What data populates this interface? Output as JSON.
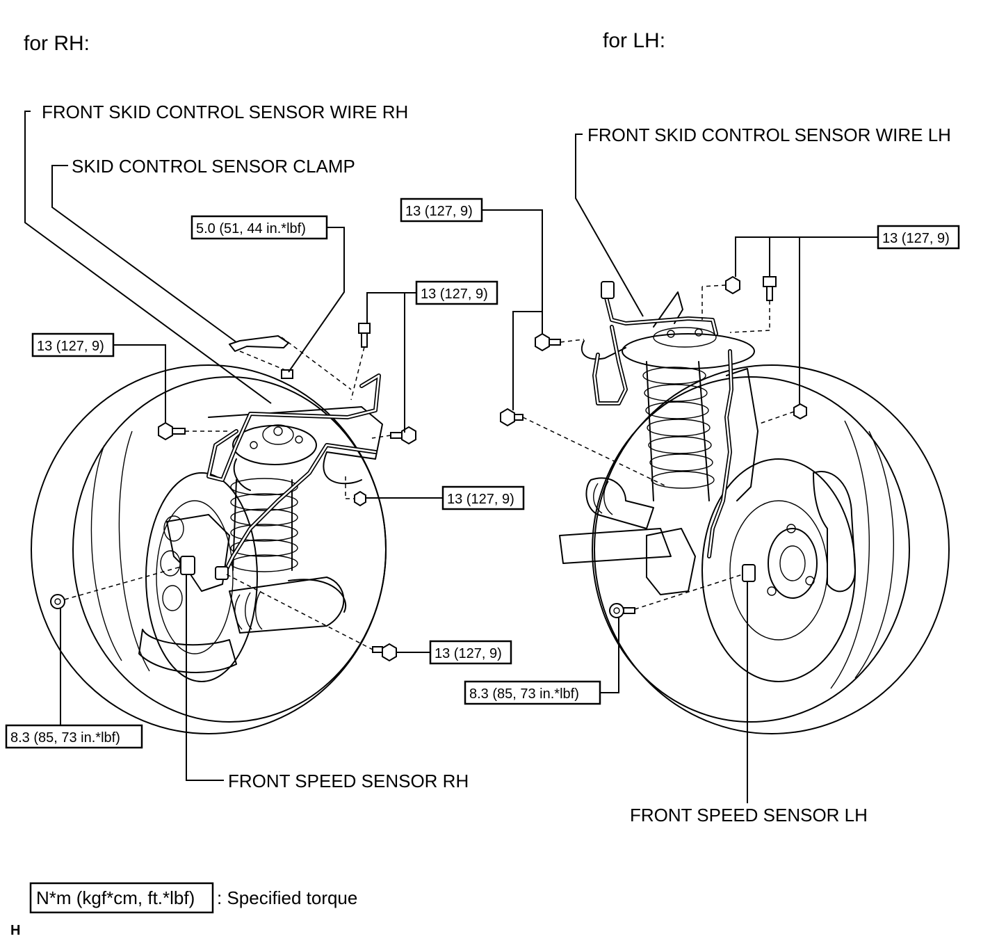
{
  "headers": {
    "rh": "for RH:",
    "lh": "for LH:"
  },
  "labels": {
    "wire_rh": "FRONT SKID CONTROL SENSOR WIRE RH",
    "clamp": "SKID CONTROL SENSOR CLAMP",
    "speed_rh": "FRONT SPEED SENSOR RH",
    "wire_lh": "FRONT SKID CONTROL SENSOR WIRE LH",
    "speed_lh": "FRONT SPEED SENSOR LH"
  },
  "torques": {
    "rh_clamp": "5.0 (51, 44 in.*lbf)",
    "rh_top": "13 (127, 9)",
    "rh_left": "13 (127, 9)",
    "rh_mid": "13 (127, 9)",
    "rh_bottom": "13 (127, 9)",
    "rh_sensor": "8.3 (85, 73 in.*lbf)",
    "lh_top_left": "13 (127, 9)",
    "lh_top_right": "13 (127, 9)",
    "lh_sensor": "8.3 (85, 73 in.*lbf)"
  },
  "legend": {
    "unit": "N*m (kgf*cm, ft.*lbf)",
    "text": ": Specified torque"
  },
  "corner_code": "H"
}
